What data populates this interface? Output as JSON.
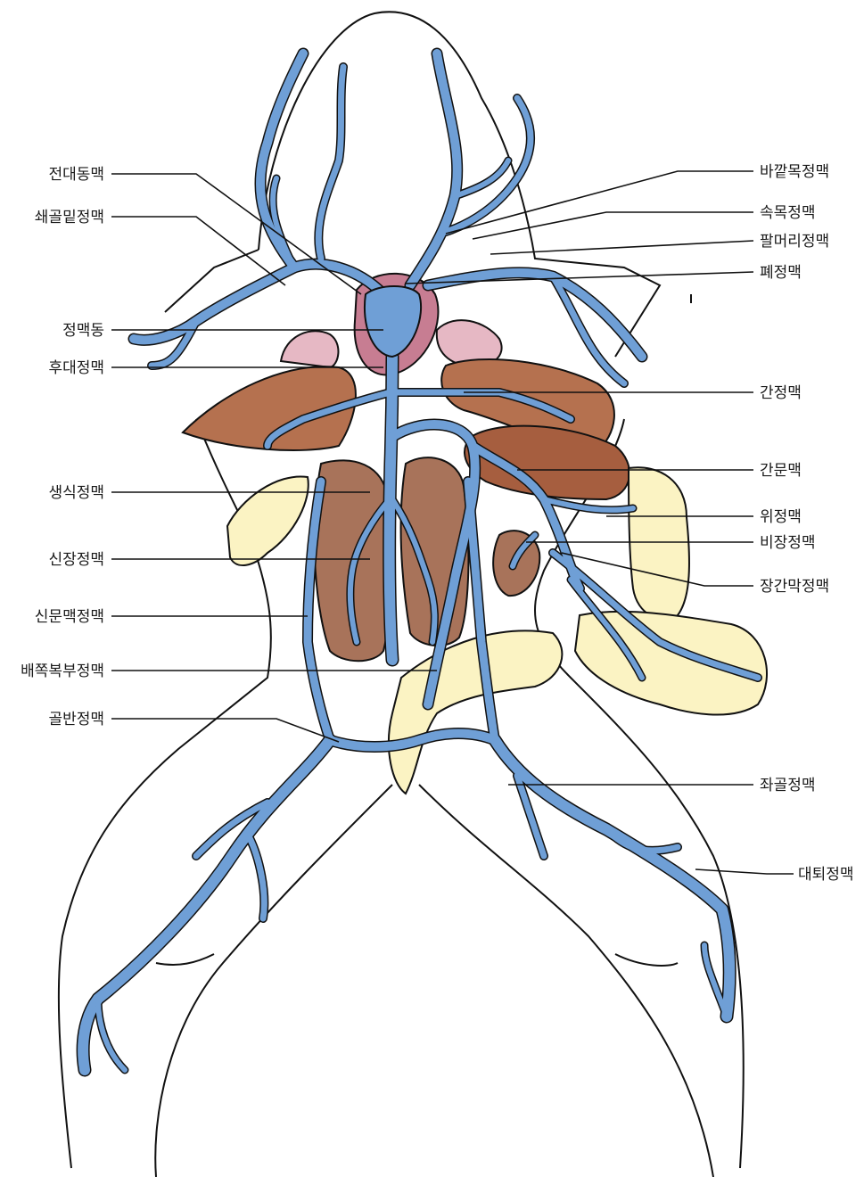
{
  "colors": {
    "vein": "#6f9fd6",
    "liver": "#b5714f",
    "kidney": "#a8735a",
    "atrium": "#c77d92",
    "lung": "#e6b8c4",
    "fat_body": "#fbf3c3",
    "intestine": "#fbf3c3",
    "outline": "#111111"
  },
  "labels": {
    "left": [
      {
        "id": "anterior-vena-cava",
        "text": "전대동맥"
      },
      {
        "id": "subclavian-vein",
        "text": "쇄골밑정맥"
      },
      {
        "id": "sinus-venosus",
        "text": "정맥동"
      },
      {
        "id": "posterior-vena-cava",
        "text": "후대정맥"
      },
      {
        "id": "genital-vein",
        "text": "생식정맥"
      },
      {
        "id": "renal-vein",
        "text": "신장정맥"
      },
      {
        "id": "renal-portal-vein",
        "text": "신문맥정맥"
      },
      {
        "id": "ventral-abdominal-vein",
        "text": "배쪽복부정맥"
      },
      {
        "id": "pelvic-vein",
        "text": "골반정맥"
      }
    ],
    "right": [
      {
        "id": "external-jugular-vein",
        "text": "바깥목정맥"
      },
      {
        "id": "internal-jugular-vein",
        "text": "속목정맥"
      },
      {
        "id": "brachial-vein",
        "text": "팔머리정맥"
      },
      {
        "id": "pulmonary-vein",
        "text": "폐정맥"
      },
      {
        "id": "hepatic-vein",
        "text": "간정맥"
      },
      {
        "id": "hepatic-portal-vein",
        "text": "간문맥"
      },
      {
        "id": "gastric-vein",
        "text": "위정맥"
      },
      {
        "id": "splenic-vein",
        "text": "비장정맥"
      },
      {
        "id": "mesenteric-vein",
        "text": "장간막정맥"
      },
      {
        "id": "sciatic-vein",
        "text": "좌골정맥"
      },
      {
        "id": "femoral-vein",
        "text": "대퇴정맥"
      }
    ]
  }
}
